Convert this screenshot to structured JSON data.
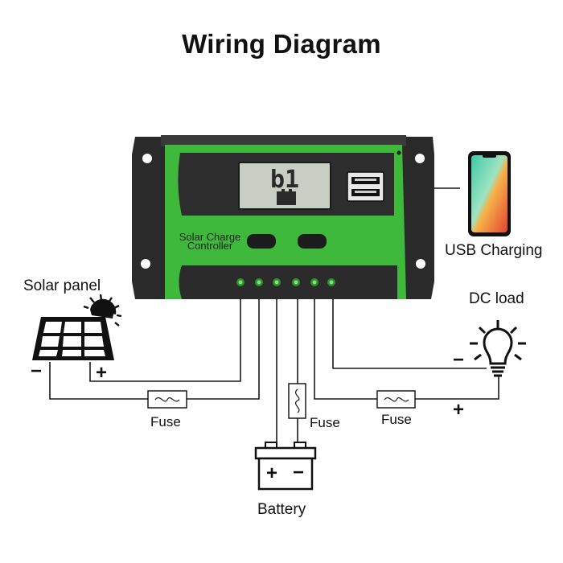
{
  "title": "Wiring Diagram",
  "controller": {
    "name_line1": "Solar Charge",
    "name_line2": "Controller",
    "display_text": "b1"
  },
  "labels": {
    "usb_charging": "USB Charging",
    "solar_panel": "Solar panel",
    "dc_load": "DC load",
    "battery": "Battery",
    "fuse_solar": "Fuse",
    "fuse_battery": "Fuse",
    "fuse_load": "Fuse"
  },
  "signs": {
    "solar_minus": "−",
    "solar_plus": "+",
    "battery_plus": "+",
    "battery_minus": "−",
    "load_minus": "−",
    "load_plus": "+"
  },
  "colors": {
    "controller_green": "#3fb93b",
    "controller_body": "#2b2b2b",
    "lcd": "#c9cec4",
    "wire": "#1a1a1a"
  },
  "icons": [
    "solar-panel-icon",
    "sun-icon",
    "lightbulb-icon",
    "battery-icon",
    "smartphone-icon",
    "fuse-icon",
    "usb-port-icon"
  ]
}
